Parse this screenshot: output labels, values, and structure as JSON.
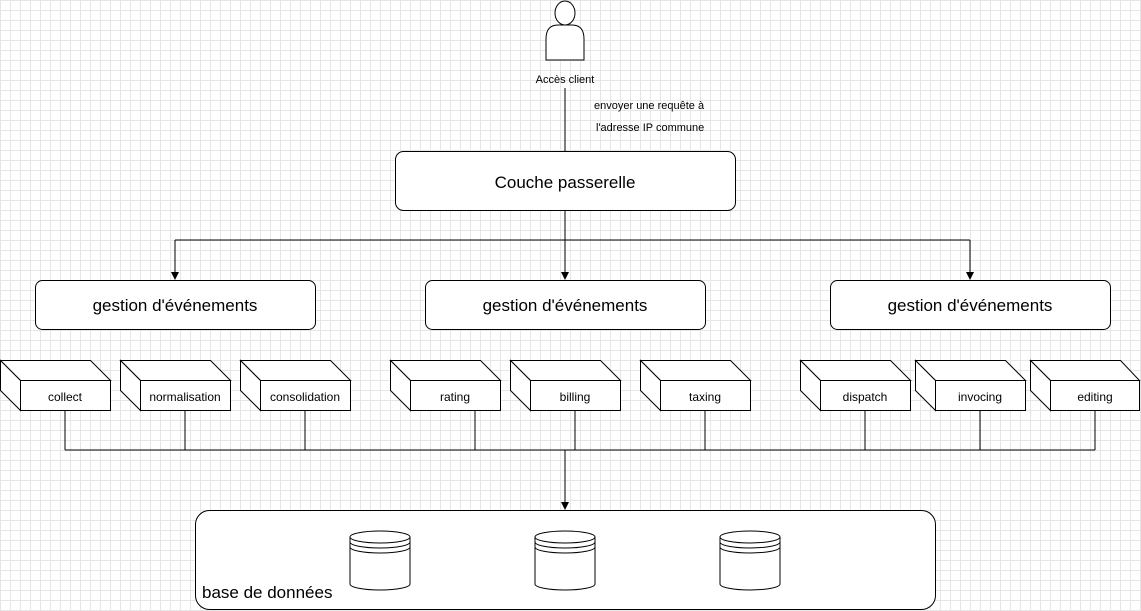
{
  "client": {
    "label": "Accès client",
    "request_line1": "envoyer une requête à",
    "request_line2": "l'adresse IP commune"
  },
  "gateway": {
    "label": "Couche passerelle"
  },
  "event_managers": [
    {
      "label": "gestion d'événements",
      "modules": [
        "collect",
        "normalisation",
        "consolidation"
      ]
    },
    {
      "label": "gestion d'événements",
      "modules": [
        "rating",
        "billing",
        "taxing"
      ]
    },
    {
      "label": "gestion d'événements",
      "modules": [
        "dispatch",
        "invocing",
        "editing"
      ]
    }
  ],
  "database": {
    "label": "base de données",
    "cylinder_count": 3
  }
}
